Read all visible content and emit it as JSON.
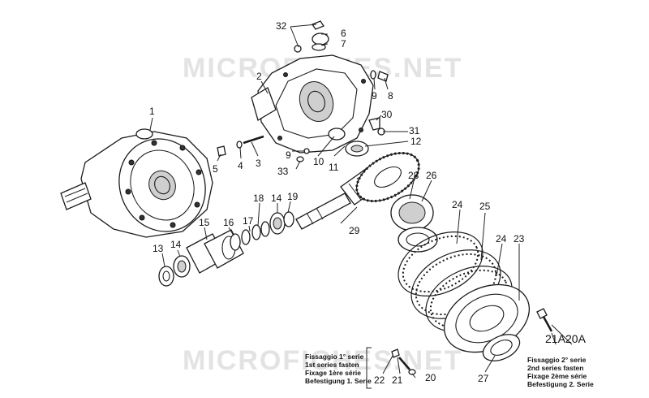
{
  "watermark": "MICROFICHES.NET",
  "callouts": {
    "c1": "1",
    "c2": "2",
    "c3": "3",
    "c4": "4",
    "c5": "5",
    "c6": "6",
    "c7": "7",
    "c8": "8",
    "c9a": "9",
    "c9b": "9",
    "c10": "10",
    "c11": "11",
    "c12": "12",
    "c13": "13",
    "c14a": "14",
    "c14b": "14",
    "c15": "15",
    "c16": "16",
    "c17": "17",
    "c18": "18",
    "c19": "19",
    "c20": "20",
    "c20a": "20A",
    "c21": "21",
    "c21a": "21A",
    "c22": "22",
    "c23": "23",
    "c24a": "24",
    "c24b": "24",
    "c25": "25",
    "c26": "26",
    "c27": "27",
    "c28": "28",
    "c29": "29",
    "c30": "30",
    "c31": "31",
    "c32": "32",
    "c33": "33"
  },
  "notes": {
    "first_series": [
      "Fissaggio 1° serie",
      "1st series fasten",
      "Fixage 1ère série",
      "Befestigung 1. Serie"
    ],
    "second_series": [
      "Fissaggio 2° serie",
      "2nd series fasten",
      "Fixage 2ème série",
      "Befestigung 2. Serie"
    ]
  }
}
